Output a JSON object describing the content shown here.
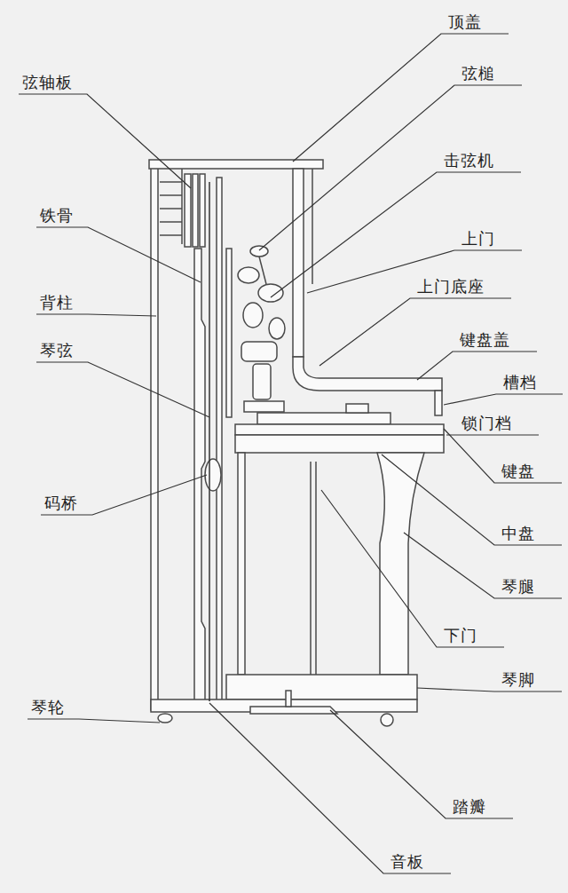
{
  "diagram": {
    "labels": [
      "顶盖",
      "弦槌",
      "弦轴板",
      "击弦机",
      "铁骨",
      "上门",
      "上门底座",
      "背柱",
      "键盘盖",
      "琴弦",
      "槽档",
      "锁门档",
      "键盘",
      "码桥",
      "中盘",
      "琴腿",
      "下门",
      "琴脚",
      "琴轮",
      "踏瓣",
      "音板"
    ]
  }
}
